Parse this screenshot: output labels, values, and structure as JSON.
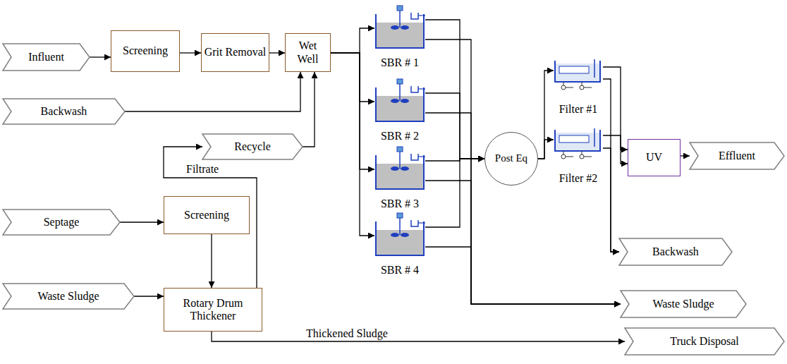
{
  "diagram": {
    "nodes": [
      {
        "text": [
          "Influent"
        ]
      },
      {
        "text": [
          "Screening"
        ]
      },
      {
        "text": [
          "Grit Removal"
        ]
      },
      {
        "text": [
          "Wet Well"
        ]
      },
      {
        "text": [
          "Backwash"
        ]
      },
      {
        "text": [
          "Recycle"
        ]
      },
      {
        "text": [
          "Septage"
        ]
      },
      {
        "text": [
          "Screening"
        ]
      },
      {
        "text": [
          "Waste Sludge"
        ]
      },
      {
        "text": [
          "Rotary Drum Thickener"
        ]
      },
      {
        "text": [
          "SBR # 1"
        ]
      },
      {
        "text": [
          "SBR # 2"
        ]
      },
      {
        "text": [
          "SBR # 3"
        ]
      },
      {
        "text": [
          "SBR # 4"
        ]
      },
      {
        "text": [
          "Post Eq"
        ]
      },
      {
        "text": [
          "Filter #1"
        ]
      },
      {
        "text": [
          "Filter #2"
        ]
      },
      {
        "text": [
          "UV"
        ]
      },
      {
        "text": [
          "Effluent"
        ]
      },
      {
        "text": [
          "Backwash"
        ]
      },
      {
        "text": [
          "Waste Sludge"
        ]
      },
      {
        "text": [
          "Truck Disposal"
        ]
      }
    ],
    "edges": [
      {
        "from": 0,
        "to": 1,
        "arrow": "to"
      },
      {
        "from": 1,
        "to": 2,
        "arrow": "to"
      },
      {
        "from": 2,
        "to": 3,
        "arrow": "to"
      },
      {
        "from": 4,
        "to": 3,
        "arrow": "to"
      },
      {
        "from": 5,
        "to": 3,
        "arrow": "to"
      },
      {
        "from": 3,
        "to": 10,
        "arrow": "to"
      },
      {
        "from": 3,
        "to": 11,
        "arrow": "to"
      },
      {
        "from": 3,
        "to": 12,
        "arrow": "to"
      },
      {
        "from": 3,
        "to": 13,
        "arrow": "to"
      },
      {
        "from": 10,
        "to": 14,
        "arrow": "to"
      },
      {
        "from": 11,
        "to": 14,
        "arrow": "to"
      },
      {
        "from": 12,
        "to": 14,
        "arrow": "to"
      },
      {
        "from": 13,
        "to": 14,
        "arrow": "to"
      },
      {
        "from": 10,
        "to": 20,
        "arrow": "to"
      },
      {
        "from": 11,
        "to": 20,
        "arrow": "to"
      },
      {
        "from": 12,
        "to": 20,
        "arrow": "to"
      },
      {
        "from": 13,
        "to": 20,
        "arrow": "to"
      },
      {
        "from": 14,
        "to": 15,
        "arrow": "to"
      },
      {
        "from": 14,
        "to": 16,
        "arrow": "to"
      },
      {
        "from": 15,
        "to": 17,
        "arrow": "to"
      },
      {
        "from": 16,
        "to": 17,
        "arrow": "to"
      },
      {
        "from": 17,
        "to": 18,
        "arrow": "to"
      },
      {
        "from": 15,
        "to": 19,
        "arrow": "to"
      },
      {
        "from": 16,
        "to": 19,
        "arrow": "to"
      },
      {
        "from": 6,
        "to": 7,
        "arrow": "to"
      },
      {
        "from": 7,
        "to": 9,
        "arrow": "to"
      },
      {
        "from": 8,
        "to": 9,
        "arrow": "to"
      },
      {
        "from": 9,
        "to": 5,
        "label": "Filtrate",
        "arrow": "to"
      },
      {
        "from": 9,
        "to": 21,
        "label": "Thickened Sludge",
        "arrow": "to"
      }
    ]
  }
}
